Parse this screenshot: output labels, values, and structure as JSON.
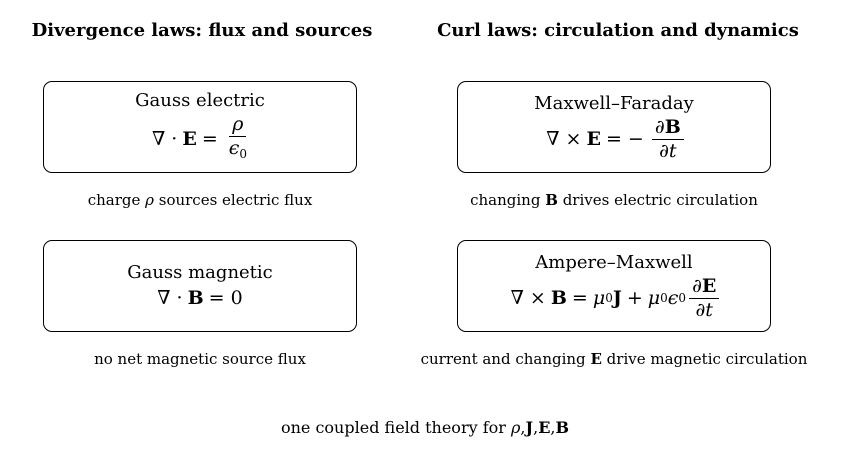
{
  "columns": {
    "left_title": "Divergence laws: flux and sources",
    "right_title": "Curl laws: circulation and dynamics"
  },
  "laws": {
    "gauss_electric": {
      "name": "Gauss electric",
      "lhs_op": "∇ ·",
      "lhs_field": "E",
      "equals": "=",
      "numerator": "ρ",
      "denominator": "ϵ",
      "denominator_sub": "0",
      "caption_pre": "charge",
      "caption_symbol": "ρ",
      "caption_post": "sources electric flux"
    },
    "maxwell_faraday": {
      "name": "Maxwell–Faraday",
      "lhs_op": "∇ ×",
      "lhs_field": "E",
      "equals": "= −",
      "numerator_partial": "∂",
      "numerator_field": "B",
      "denominator": "∂t",
      "caption_pre": "changing",
      "caption_symbol": "B",
      "caption_post": "drives electric circulation"
    },
    "gauss_magnetic": {
      "name": "Gauss magnetic",
      "lhs_op": "∇ ·",
      "lhs_field": "B",
      "rhs": "= 0",
      "caption": "no net magnetic source flux"
    },
    "ampere_maxwell": {
      "name": "Ampere–Maxwell",
      "lhs_op": "∇ ×",
      "lhs_field": "B",
      "equals": "=",
      "mu": "μ",
      "mu_sub": "0",
      "current_field": "J",
      "plus": "+",
      "mu2": "μ",
      "mu2_sub": "0",
      "eps": "ϵ",
      "eps_sub": "0",
      "numerator_partial": "∂",
      "numerator_field": "E",
      "denominator": "∂t",
      "caption_pre": "current and changing",
      "caption_symbol": "E",
      "caption_post": "drive magnetic circulation"
    }
  },
  "footer": {
    "pre": "one coupled field theory for",
    "rho": "ρ",
    "sep1": ",",
    "J": "J",
    "sep2": ",",
    "E": "E",
    "sep3": ",",
    "B": "B"
  }
}
